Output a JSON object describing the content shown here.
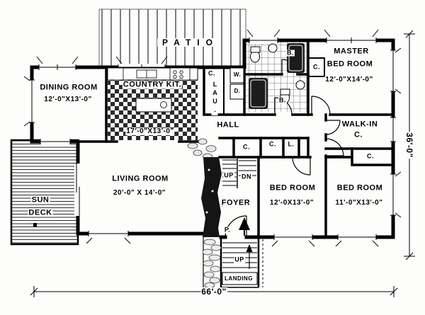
{
  "palette": {
    "ink": "#000000",
    "paper": "#fdfdfc"
  },
  "rooms": {
    "patio": {
      "name": "PATIO"
    },
    "dining": {
      "name": "DINING ROOM",
      "dims": "12'-0\"X13'-0\""
    },
    "kitchen": {
      "name": "COUNTRY KIT.",
      "dims": "17'-0\"X13'-0\""
    },
    "laundry": {
      "closet": "C.",
      "vertical": "LAU.",
      "washer": "W.",
      "dryer": "D."
    },
    "baths": {
      "upper": "B.",
      "lower": "B.",
      "closet": "C."
    },
    "master": {
      "name_line1": "MASTER",
      "name_line2": "BED ROOM",
      "dims": "12'-0\"X14'-0\""
    },
    "walkin": {
      "line1": "WALK-IN",
      "line2": "C."
    },
    "hall": {
      "name": "HALL"
    },
    "closets": {
      "c1": "C.",
      "c2": "C.",
      "linen": "L.",
      "c3": "C."
    },
    "living": {
      "name": "LIVING ROOM",
      "dims": "20'-0\" X 14'-0\""
    },
    "sundeck": {
      "line1": "SUN",
      "line2": "DECK"
    },
    "foyer": {
      "name": "FOYER",
      "up": "UP",
      "down": "DN",
      "planter": "P."
    },
    "bedroom2": {
      "name": "BED ROOM",
      "dims": "12'-0X13'-0\""
    },
    "bedroom3": {
      "name": "BED ROOM",
      "dims": "11'-0\"X13'-0\""
    },
    "stairs": {
      "up": "UP",
      "landing": "LANDING"
    }
  },
  "dimensions": {
    "width": "66'-0\"",
    "height": "36'-0\""
  }
}
